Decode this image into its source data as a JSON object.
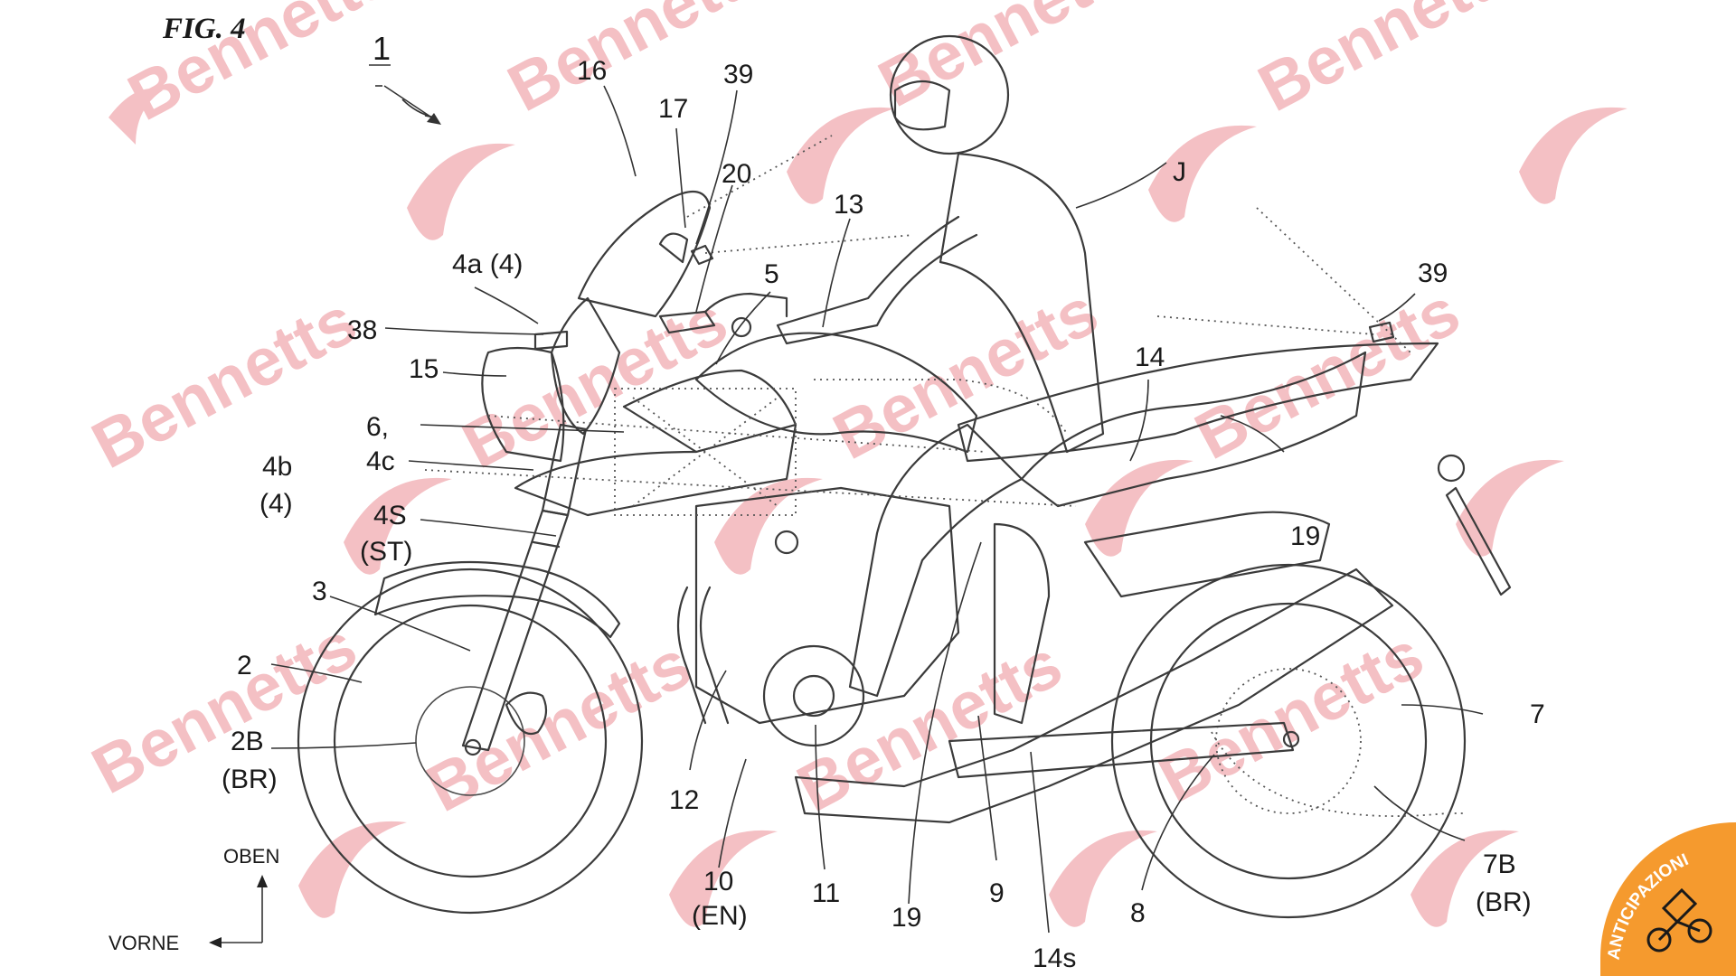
{
  "figure": {
    "title": "FIG. 4",
    "reference_numeral": "1"
  },
  "labels": [
    {
      "id": "16",
      "text": "16"
    },
    {
      "id": "17",
      "text": "17"
    },
    {
      "id": "39a",
      "text": "39"
    },
    {
      "id": "20",
      "text": "20"
    },
    {
      "id": "13",
      "text": "13"
    },
    {
      "id": "J",
      "text": "J"
    },
    {
      "id": "4a",
      "text": "4a (4)"
    },
    {
      "id": "5",
      "text": "5"
    },
    {
      "id": "39b",
      "text": "39"
    },
    {
      "id": "38",
      "text": "38"
    },
    {
      "id": "15",
      "text": "15"
    },
    {
      "id": "14",
      "text": "14"
    },
    {
      "id": "6",
      "text": "6,"
    },
    {
      "id": "4c",
      "text": "4c"
    },
    {
      "id": "4b",
      "text": "4b"
    },
    {
      "id": "4b4",
      "text": "(4)"
    },
    {
      "id": "4S",
      "text": "4S"
    },
    {
      "id": "ST",
      "text": "(ST)"
    },
    {
      "id": "19a",
      "text": "19"
    },
    {
      "id": "3",
      "text": "3"
    },
    {
      "id": "2",
      "text": "2"
    },
    {
      "id": "7",
      "text": "7"
    },
    {
      "id": "2B",
      "text": "2B"
    },
    {
      "id": "2BR",
      "text": "(BR)"
    },
    {
      "id": "12",
      "text": "12"
    },
    {
      "id": "10",
      "text": "10"
    },
    {
      "id": "EN",
      "text": "(EN)"
    },
    {
      "id": "11",
      "text": "11"
    },
    {
      "id": "19b",
      "text": "19"
    },
    {
      "id": "9",
      "text": "9"
    },
    {
      "id": "8",
      "text": "8"
    },
    {
      "id": "7B",
      "text": "7B"
    },
    {
      "id": "7BR",
      "text": "(BR)"
    },
    {
      "id": "14s",
      "text": "14s"
    }
  ],
  "directions": {
    "up": "OBEN",
    "forward": "VORNE"
  },
  "watermark": {
    "text": "Bennetts",
    "color": "#f3b9be"
  },
  "badge": {
    "text": "ANTICIPAZIONI",
    "color": "#f59a2e"
  }
}
